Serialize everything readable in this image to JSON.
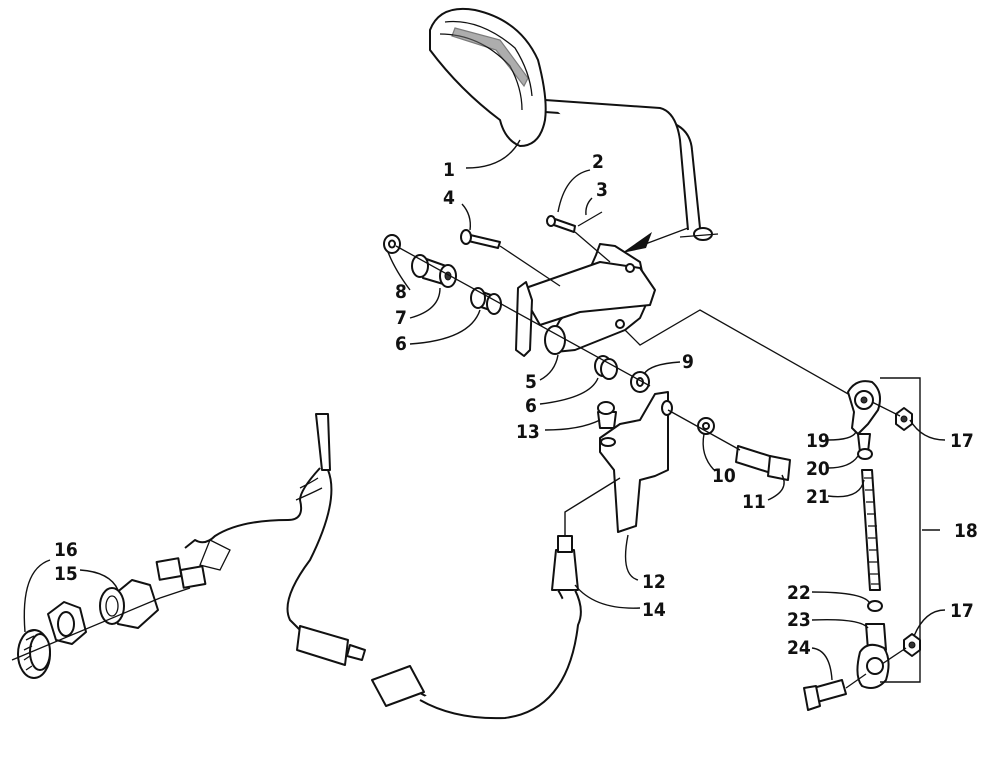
{
  "diagram": {
    "callouts": [
      {
        "id": "c1",
        "label": "1"
      },
      {
        "id": "c2",
        "label": "2"
      },
      {
        "id": "c3",
        "label": "3"
      },
      {
        "id": "c4",
        "label": "4"
      },
      {
        "id": "c5",
        "label": "5"
      },
      {
        "id": "c6a",
        "label": "6"
      },
      {
        "id": "c6b",
        "label": "6"
      },
      {
        "id": "c7",
        "label": "7"
      },
      {
        "id": "c8",
        "label": "8"
      },
      {
        "id": "c9",
        "label": "9"
      },
      {
        "id": "c10",
        "label": "10"
      },
      {
        "id": "c11",
        "label": "11"
      },
      {
        "id": "c12",
        "label": "12"
      },
      {
        "id": "c13",
        "label": "13"
      },
      {
        "id": "c14",
        "label": "14"
      },
      {
        "id": "c15",
        "label": "15"
      },
      {
        "id": "c16",
        "label": "16"
      },
      {
        "id": "c17a",
        "label": "17"
      },
      {
        "id": "c17b",
        "label": "17"
      },
      {
        "id": "c18",
        "label": "18"
      },
      {
        "id": "c19",
        "label": "19"
      },
      {
        "id": "c20",
        "label": "20"
      },
      {
        "id": "c21",
        "label": "21"
      },
      {
        "id": "c22",
        "label": "22"
      },
      {
        "id": "c23",
        "label": "23"
      },
      {
        "id": "c24",
        "label": "24"
      }
    ]
  },
  "colors": {
    "line": "#111111",
    "background": "#ffffff"
  }
}
